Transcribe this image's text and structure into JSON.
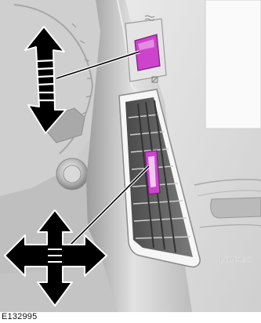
{
  "figure": {
    "id": "E132995",
    "embossed_text": "BOURBO"
  },
  "controls": [
    {
      "name": "vent-thumbwheel",
      "function": "airflow-volume",
      "motion": "up-down"
    },
    {
      "name": "vent-direction-tab",
      "function": "airflow-direction",
      "motion": "up-down-left-right"
    }
  ],
  "colors": {
    "highlight": "#cc44cc",
    "arrow": "#000000",
    "arrow_bands": "#ffffff",
    "background": "#ffffff"
  },
  "icons": [
    "vertical-double-arrow-icon",
    "four-way-arrow-icon",
    "airflow-icon",
    "vent-closed-icon"
  ]
}
